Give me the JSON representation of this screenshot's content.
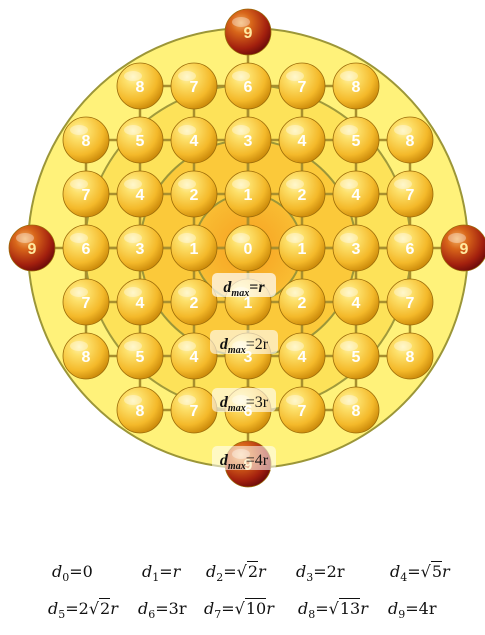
{
  "diagram": {
    "ball_labels": {
      "grid": [
        [
          "",
          "8",
          "7",
          "6",
          "7",
          "8",
          ""
        ],
        [
          "8",
          "5",
          "4",
          "3",
          "4",
          "5",
          "8"
        ],
        [
          "7",
          "4",
          "2",
          "1",
          "2",
          "4",
          "7"
        ],
        [
          "6",
          "3",
          "1",
          "0",
          "1",
          "3",
          "6"
        ],
        [
          "7",
          "4",
          "2",
          "1",
          "2",
          "4",
          "7"
        ],
        [
          "8",
          "5",
          "4",
          "3",
          "4",
          "5",
          "8"
        ],
        [
          "",
          "8",
          "7",
          "6",
          "7",
          "8",
          ""
        ]
      ],
      "outer": [
        "9",
        "9",
        "9",
        "9"
      ]
    },
    "dmax_labels": [
      {
        "d": "d",
        "sub": "max",
        "eq": "=",
        "value": "r"
      },
      {
        "d": "d",
        "sub": "max",
        "eq": "=",
        "value": "2r"
      },
      {
        "d": "d",
        "sub": "max",
        "eq": "=",
        "value": "3r"
      },
      {
        "d": "d",
        "sub": "max",
        "eq": "=",
        "value": "4r"
      }
    ],
    "colors": {
      "outer_disc": "#fff27a",
      "ring3_fill": "#fde258",
      "ring2_fill": "#fbc93a",
      "ring1_fill": "#f7a827",
      "ring_stroke": "#9c9638",
      "grid_line": "#a88f2e",
      "ball_light": "#fde06a",
      "ball_mid": "#f4b92a",
      "ball_dark": "#c98708",
      "red_ball_light": "#d8661a",
      "red_ball_dark": "#6a0a0a"
    }
  },
  "formulas": {
    "row1": [
      {
        "d": "d",
        "sub": "0",
        "eq": "=",
        "coef": "",
        "rad": "",
        "tail": "0"
      },
      {
        "d": "d",
        "sub": "1",
        "eq": "=",
        "coef": "",
        "rad": "",
        "tail": "r"
      },
      {
        "d": "d",
        "sub": "2",
        "eq": "=",
        "coef": "",
        "rad": "2",
        "tail": "r"
      },
      {
        "d": "d",
        "sub": "3",
        "eq": "=",
        "coef": "",
        "rad": "",
        "tail": "2r"
      },
      {
        "d": "d",
        "sub": "4",
        "eq": "=",
        "coef": "",
        "rad": "5",
        "tail": "r"
      }
    ],
    "row2": [
      {
        "d": "d",
        "sub": "5",
        "eq": "=",
        "coef": "2",
        "rad": "2",
        "tail": "r"
      },
      {
        "d": "d",
        "sub": "6",
        "eq": "=",
        "coef": "",
        "rad": "",
        "tail": "3r"
      },
      {
        "d": "d",
        "sub": "7",
        "eq": "=",
        "coef": "",
        "rad": "10",
        "tail": "r"
      },
      {
        "d": "d",
        "sub": "8",
        "eq": "=",
        "coef": "",
        "rad": "13",
        "tail": "r"
      },
      {
        "d": "d",
        "sub": "9",
        "eq": "=",
        "coef": "",
        "rad": "",
        "tail": "4r"
      }
    ]
  }
}
